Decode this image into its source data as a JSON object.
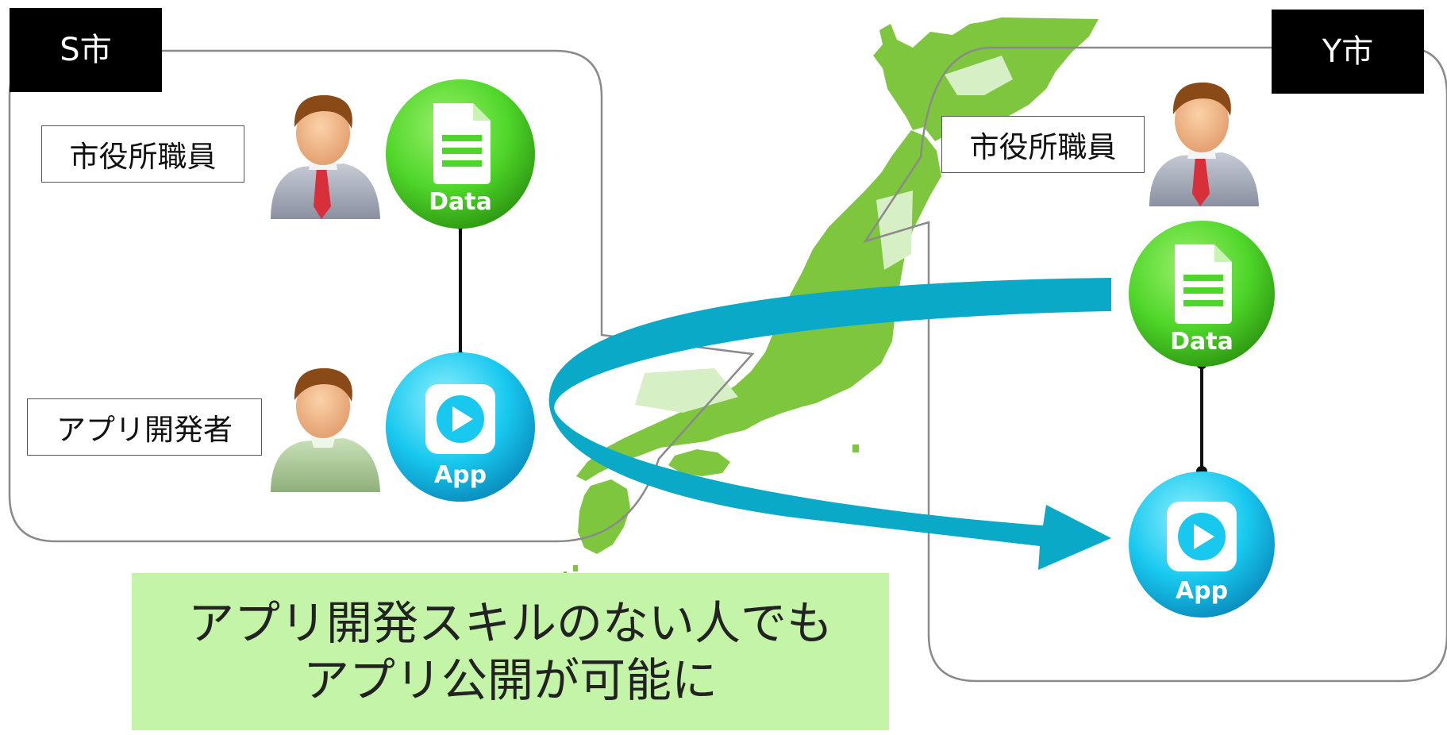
{
  "cities": {
    "left": {
      "name": "S市",
      "staff_label": "市役所職員",
      "developer_label": "アプリ開発者"
    },
    "right": {
      "name": "Y市",
      "staff_label": "市役所職員"
    }
  },
  "icons": {
    "data_label": "Data",
    "app_label": "App",
    "data_icon": "document-icon",
    "app_icon": "play-icon",
    "staff_avatar": "staff-person-icon",
    "developer_avatar": "developer-person-icon",
    "map": "japan-map-icon"
  },
  "caption": {
    "line1": "アプリ開発スキルのない人でも",
    "line2": "アプリ公開が可能に"
  },
  "colors": {
    "data_green": "#4fd62a",
    "app_cyan": "#18c8ee",
    "arrow": "#0aa9c8",
    "map_green": "#7ec63e",
    "caption_bg": "#c4f4a7"
  }
}
